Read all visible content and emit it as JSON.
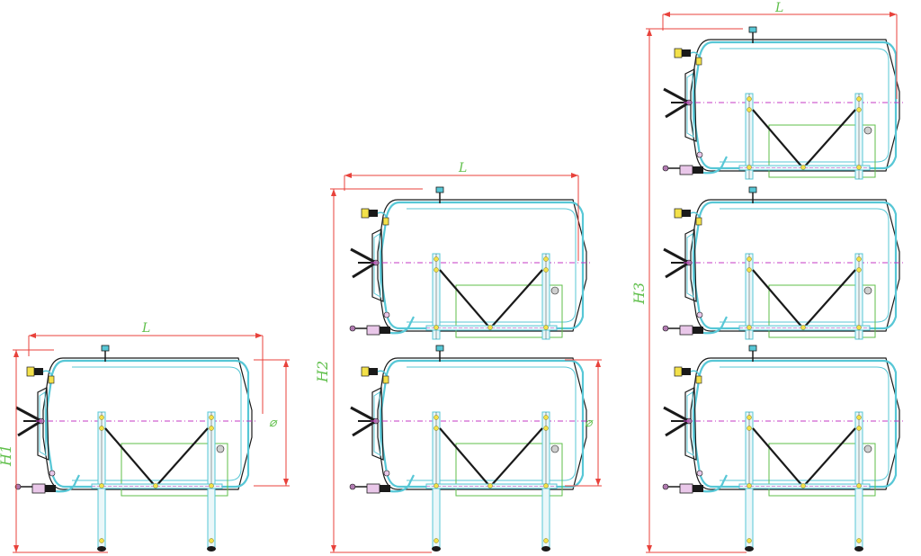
{
  "labels": {
    "length": "L",
    "diameter": "⌀",
    "height_1": "H1",
    "height_2": "H2",
    "height_3": "H3"
  },
  "configurations": [
    {
      "tiers": 1
    },
    {
      "tiers": 2
    },
    {
      "tiers": 3
    }
  ],
  "colors": {
    "dimension": "#e8423b",
    "vessel": "#57c7d6",
    "outline": "#1a1a1a",
    "label": "#5fbf4a",
    "axis": "#c43ac4",
    "fitting": "#f3e14a"
  }
}
